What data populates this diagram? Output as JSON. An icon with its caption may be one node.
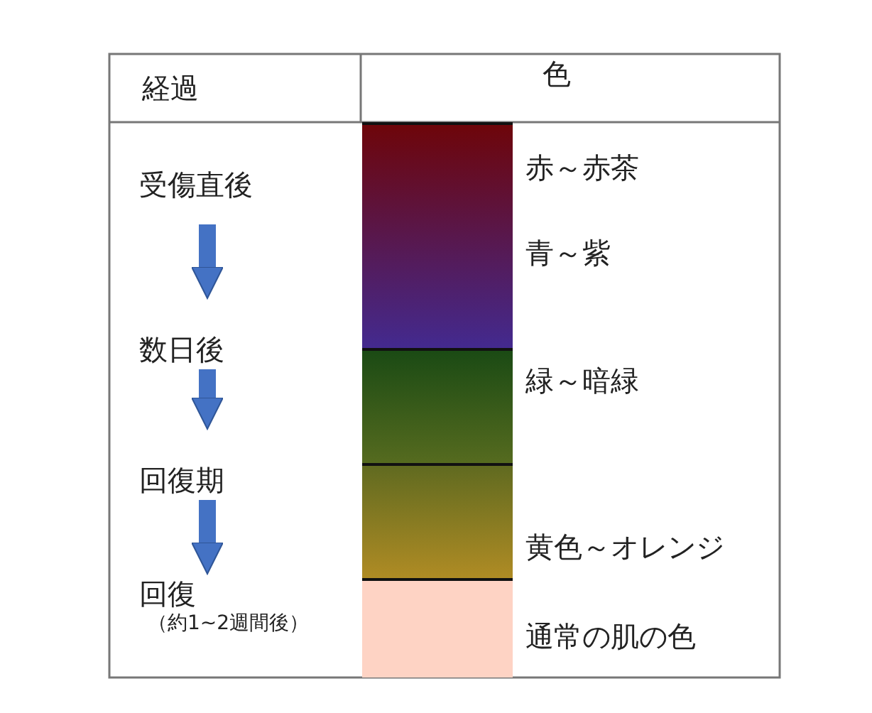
{
  "diagram": {
    "nodes": [
      {
        "text": [
          "受傷直後"
        ]
      },
      {
        "text": [
          "数日後"
        ]
      },
      {
        "text": [
          "回復期"
        ]
      },
      {
        "text": [
          "回復",
          "（約1~2週間後）"
        ]
      }
    ],
    "edges": [
      {
        "from": 0,
        "to": 1,
        "arrow": "to"
      },
      {
        "from": 1,
        "to": 2,
        "arrow": "to"
      },
      {
        "from": 2,
        "to": 3,
        "arrow": "to"
      }
    ],
    "labels": [
      "経過",
      "色",
      "赤～赤茶",
      "青～紫",
      "緑～暗緑",
      "黄色～オレンジ",
      "通常の肌の色"
    ]
  }
}
